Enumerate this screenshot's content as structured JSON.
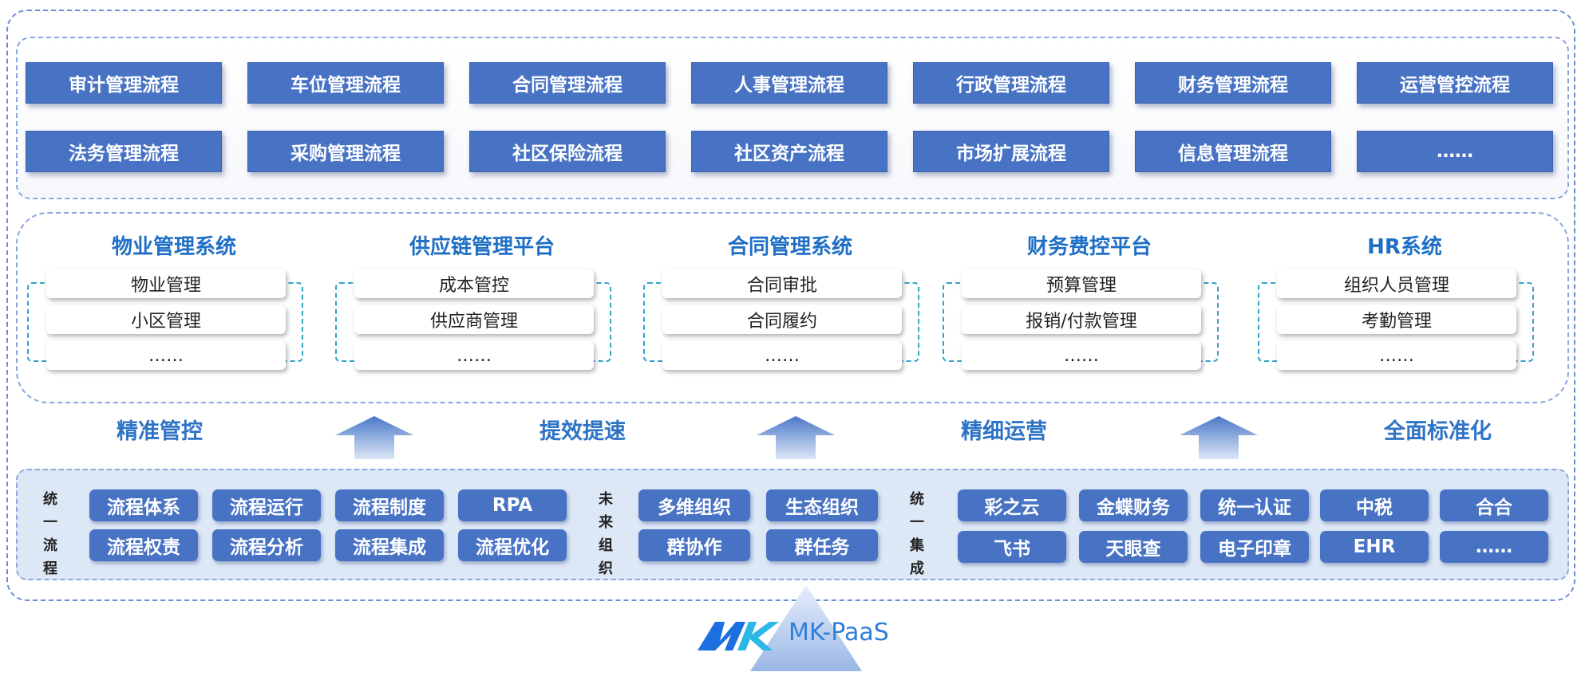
{
  "process_flows": {
    "row1": [
      "审计管理流程",
      "车位管理流程",
      "合同管理流程",
      "人事管理流程",
      "行政管理流程",
      "财务管理流程",
      "运营管控流程"
    ],
    "row2": [
      "法务管理流程",
      "采购管理流程",
      "社区保险流程",
      "社区资产流程",
      "市场扩展流程",
      "信息管理流程",
      "……"
    ]
  },
  "systems": [
    {
      "title": "物业管理系统",
      "items": [
        "物业管理",
        "小区管理",
        "……"
      ]
    },
    {
      "title": "供应链管理平台",
      "items": [
        "成本管控",
        "供应商管理",
        "……"
      ]
    },
    {
      "title": "合同管理系统",
      "items": [
        "合同审批",
        "合同履约",
        "……"
      ]
    },
    {
      "title": "财务费控平台",
      "items": [
        "预算管理",
        "报销/付款管理",
        "……"
      ]
    },
    {
      "title": "HR系统",
      "items": [
        "组织人员管理",
        "考勤管理",
        "……"
      ]
    }
  ],
  "themes": [
    "精准管控",
    "提效提速",
    "精细运营",
    "全面标准化"
  ],
  "foundation": {
    "unified_flow": {
      "label": [
        "统",
        "一",
        "流",
        "程"
      ],
      "chips": [
        "流程体系",
        "流程运行",
        "流程制度",
        "RPA",
        "流程权责",
        "流程分析",
        "流程集成",
        "流程优化"
      ]
    },
    "future_org": {
      "label": [
        "未",
        "来",
        "组",
        "织"
      ],
      "chips": [
        "多维组织",
        "生态组织",
        "群协作",
        "群任务"
      ]
    },
    "unified_integration": {
      "label": [
        "统",
        "一",
        "集",
        "成"
      ],
      "chips": [
        "彩之云",
        "金蝶财务",
        "统一认证",
        "中税",
        "合合",
        "飞书",
        "天眼查",
        "电子印章",
        "EHR",
        "……"
      ]
    }
  },
  "logo": {
    "mark": "MK",
    "text": "MK-PaaS"
  },
  "colors": {
    "chip_blue": "#4873c4",
    "title_blue": "#1f6fc6",
    "theme_blue": "#2f73c5",
    "bracket": "#33a3c9",
    "panel_bg": "#dde8f7"
  }
}
